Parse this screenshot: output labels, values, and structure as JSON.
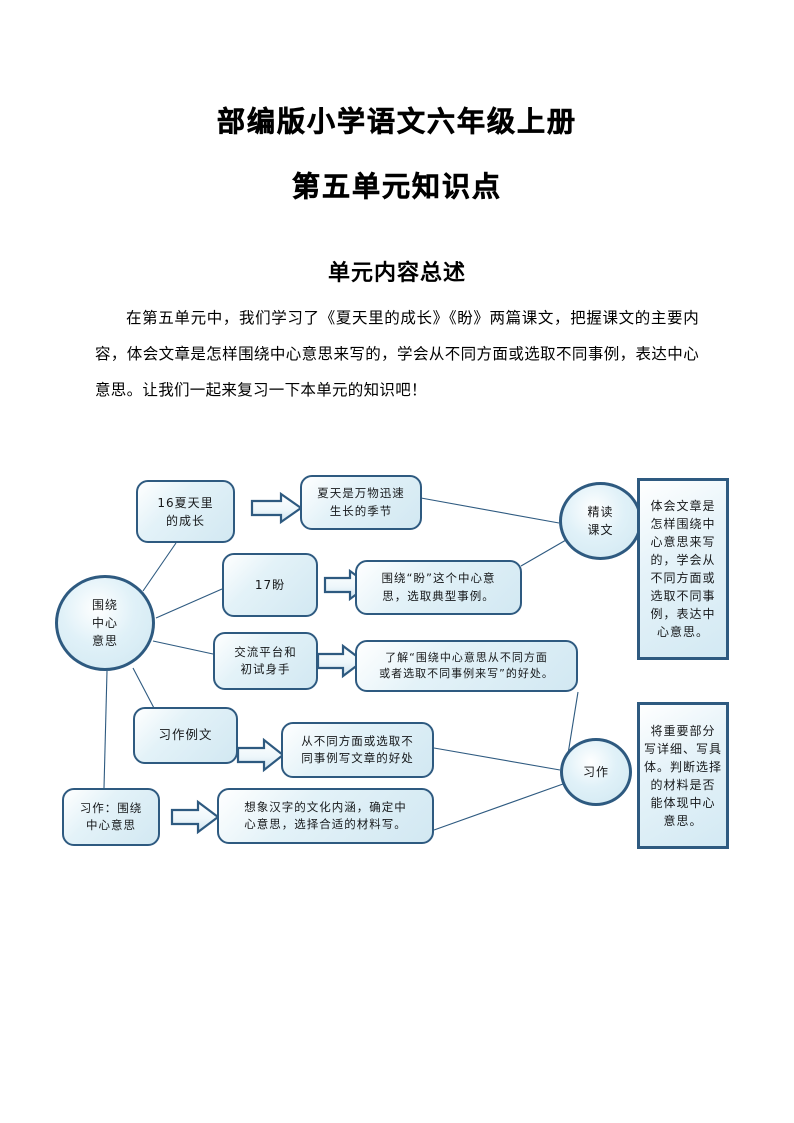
{
  "document": {
    "title_line_1": "部编版小学语文六年级上册",
    "title_line_2": "第五单元知识点",
    "section_title": "单元内容总述",
    "paragraph": "在第五单元中，我们学习了《夏天里的成长》《盼》两篇课文，把握课文的主要内容，体会文章是怎样围绕中心意思来写的，学会从不同方面或选取不同事例，表达中心意思。让我们一起来复习一下本单元的知识吧！"
  },
  "colors": {
    "node_border": "#2e5a80",
    "node_fill": "#dceef5",
    "connector": "#2e5a80",
    "arrow_border": "#2e5a80",
    "page_background": "#ffffff"
  },
  "diagram": {
    "nodes": {
      "root": "围绕\n中心\n意思",
      "lesson16": "16夏天里\n的成长",
      "lesson16_detail": "夏天是万物迅速\n生长的季节",
      "lesson17": "17盼",
      "lesson17_detail": "围绕“盼”这个中心意\n思，选取典型事例。",
      "platform": "交流平台和\n初试身手",
      "platform_detail": "了解“围绕中心意思从不同方面\n或者选取不同事例来写”的好处。",
      "example_text": "习作例文",
      "example_text_detail": "从不同方面或选取不\n同事例写文章的好处",
      "composition": "习作：围绕\n中心意思",
      "composition_detail": "想象汉字的文化内涵，确定中\n心意思，选择合适的材料写。",
      "intensive_reading": "精读\n课文",
      "intensive_reading_summary": "体会文章是\n怎样围绕中\n心意思来写\n的，学会从\n不同方面或\n选取不同事\n例，表达中\n心意思。",
      "writing": "习作",
      "writing_summary": "将重要部分\n写详细、写具\n体。判断选择\n的材料是否\n能体现中心\n意思。"
    },
    "arrow_labels": {
      "arrow_lesson16": "右箭头",
      "arrow_lesson17": "右箭头",
      "arrow_platform": "右箭头",
      "arrow_example_text": "右箭头",
      "arrow_composition": "右箭头"
    }
  }
}
